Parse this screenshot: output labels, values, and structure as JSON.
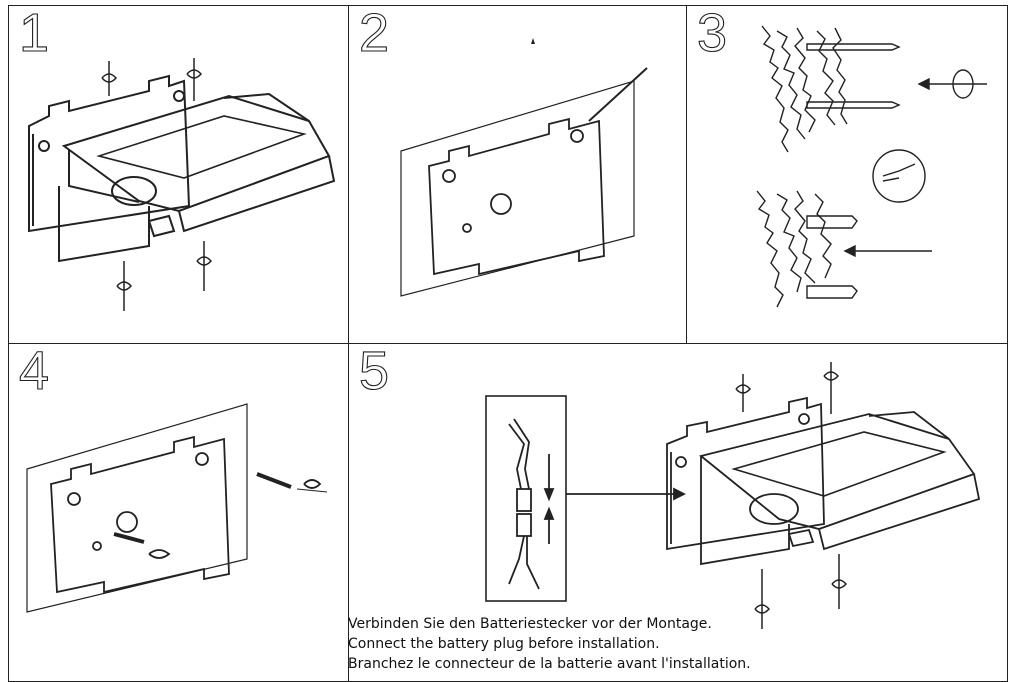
{
  "steps": [
    {
      "number": "1"
    },
    {
      "number": "2"
    },
    {
      "number": "3"
    },
    {
      "number": "4"
    },
    {
      "number": "5"
    }
  ],
  "caption": {
    "de": "Verbinden Sie den Batteriestecker vor der Montage.",
    "en": "Connect the battery plug before installation.",
    "fr": "Branchez le connecteur de la batterie avant l'installation."
  },
  "colors": {
    "line": "#222222",
    "background": "#ffffff"
  },
  "icons": [
    "screw-rotate-icon",
    "drill-bit-icon",
    "wall-plug-icon",
    "screw-icon",
    "connector-plug-icon",
    "arrow-icon"
  ]
}
